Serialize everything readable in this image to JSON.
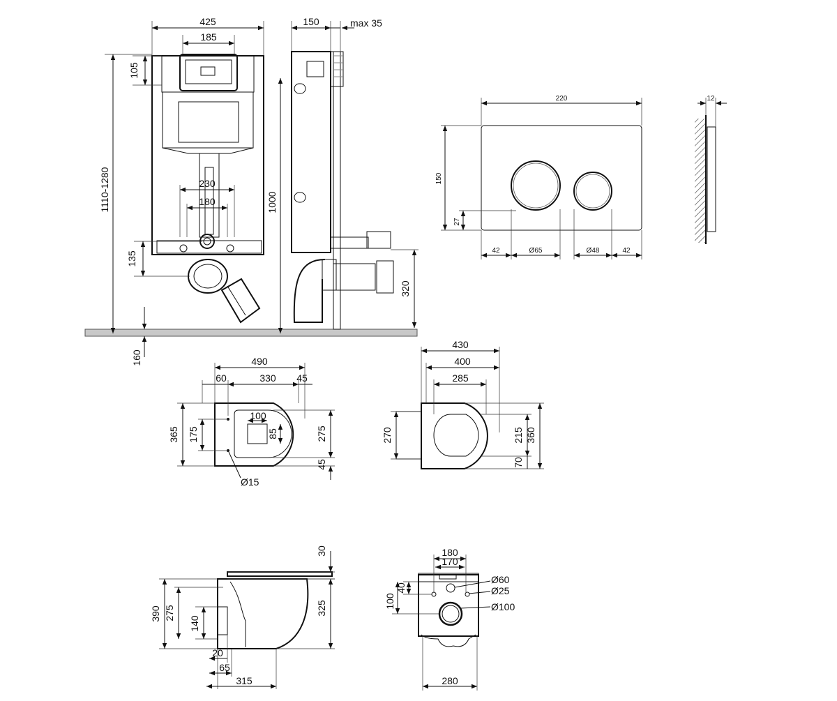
{
  "frame": {
    "width": "425",
    "bracket_width": "185",
    "top_offset": "105",
    "height_range": "1110-1280",
    "outlet_spacing_outer": "230",
    "outlet_spacing_inner": "180",
    "flange_height": "135",
    "floor_offset": "160"
  },
  "side_view": {
    "depth": "150",
    "max_projection": "max 35",
    "height": "1000",
    "drain_height": "320"
  },
  "flush_plate": {
    "width": "220",
    "height": "150",
    "bottom_offset": "27",
    "left_margin": "42",
    "left_button": "Ø65",
    "right_button": "Ø48",
    "right_margin": "42",
    "thickness": "12"
  },
  "bowl_plan": {
    "length": "490",
    "rear": "60",
    "middle": "330",
    "front": "45",
    "width": "365",
    "hole_spacing": "175",
    "outlet_width": "100",
    "outlet_depth": "85",
    "inner_width": "275",
    "bottom_margin": "45",
    "hole_dia": "Ø15"
  },
  "seat_plan": {
    "outer_length": "430",
    "length": "400",
    "inner_length": "285",
    "rear_width": "270",
    "inner_width": "215",
    "width": "360",
    "rear_depth": "70"
  },
  "bowl_side": {
    "seat_thickness": "30",
    "height": "390",
    "mid_height": "275",
    "outlet_height": "140",
    "bowl_height": "325",
    "outlet_offset": "20",
    "outlet_length": "65",
    "depth": "315"
  },
  "bowl_rear": {
    "top_width": "180",
    "hole_spacing": "170",
    "hole_height": "40",
    "outlet_height": "100",
    "d60": "Ø60",
    "d25": "Ø25",
    "d100": "Ø100",
    "base_width": "280"
  }
}
